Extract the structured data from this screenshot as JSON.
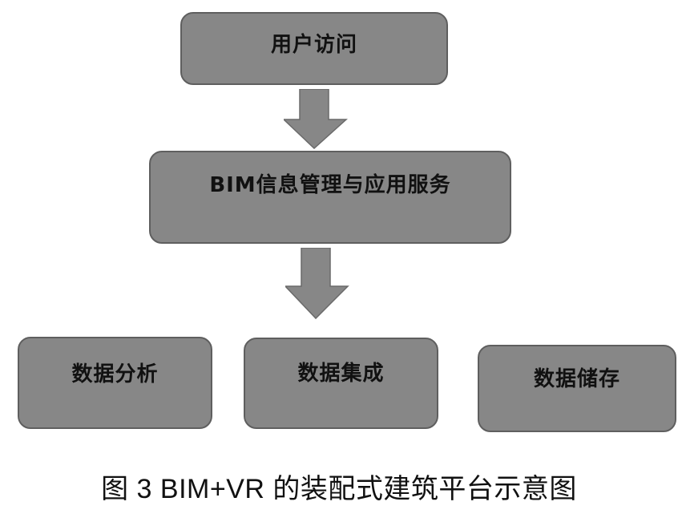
{
  "diagram": {
    "nodes": {
      "user_access": "用户访问",
      "bim_service": "BIM信息管理与应用服务",
      "data_analysis": "数据分析",
      "data_integration": "数据集成",
      "data_storage": "数据储存"
    },
    "caption": "图 3 BIM+VR 的装配式建筑平台示意图"
  },
  "colors": {
    "box_fill": "#878787",
    "box_border": "#5f5f5f",
    "arrow_fill": "#878787",
    "text": "#111111"
  }
}
